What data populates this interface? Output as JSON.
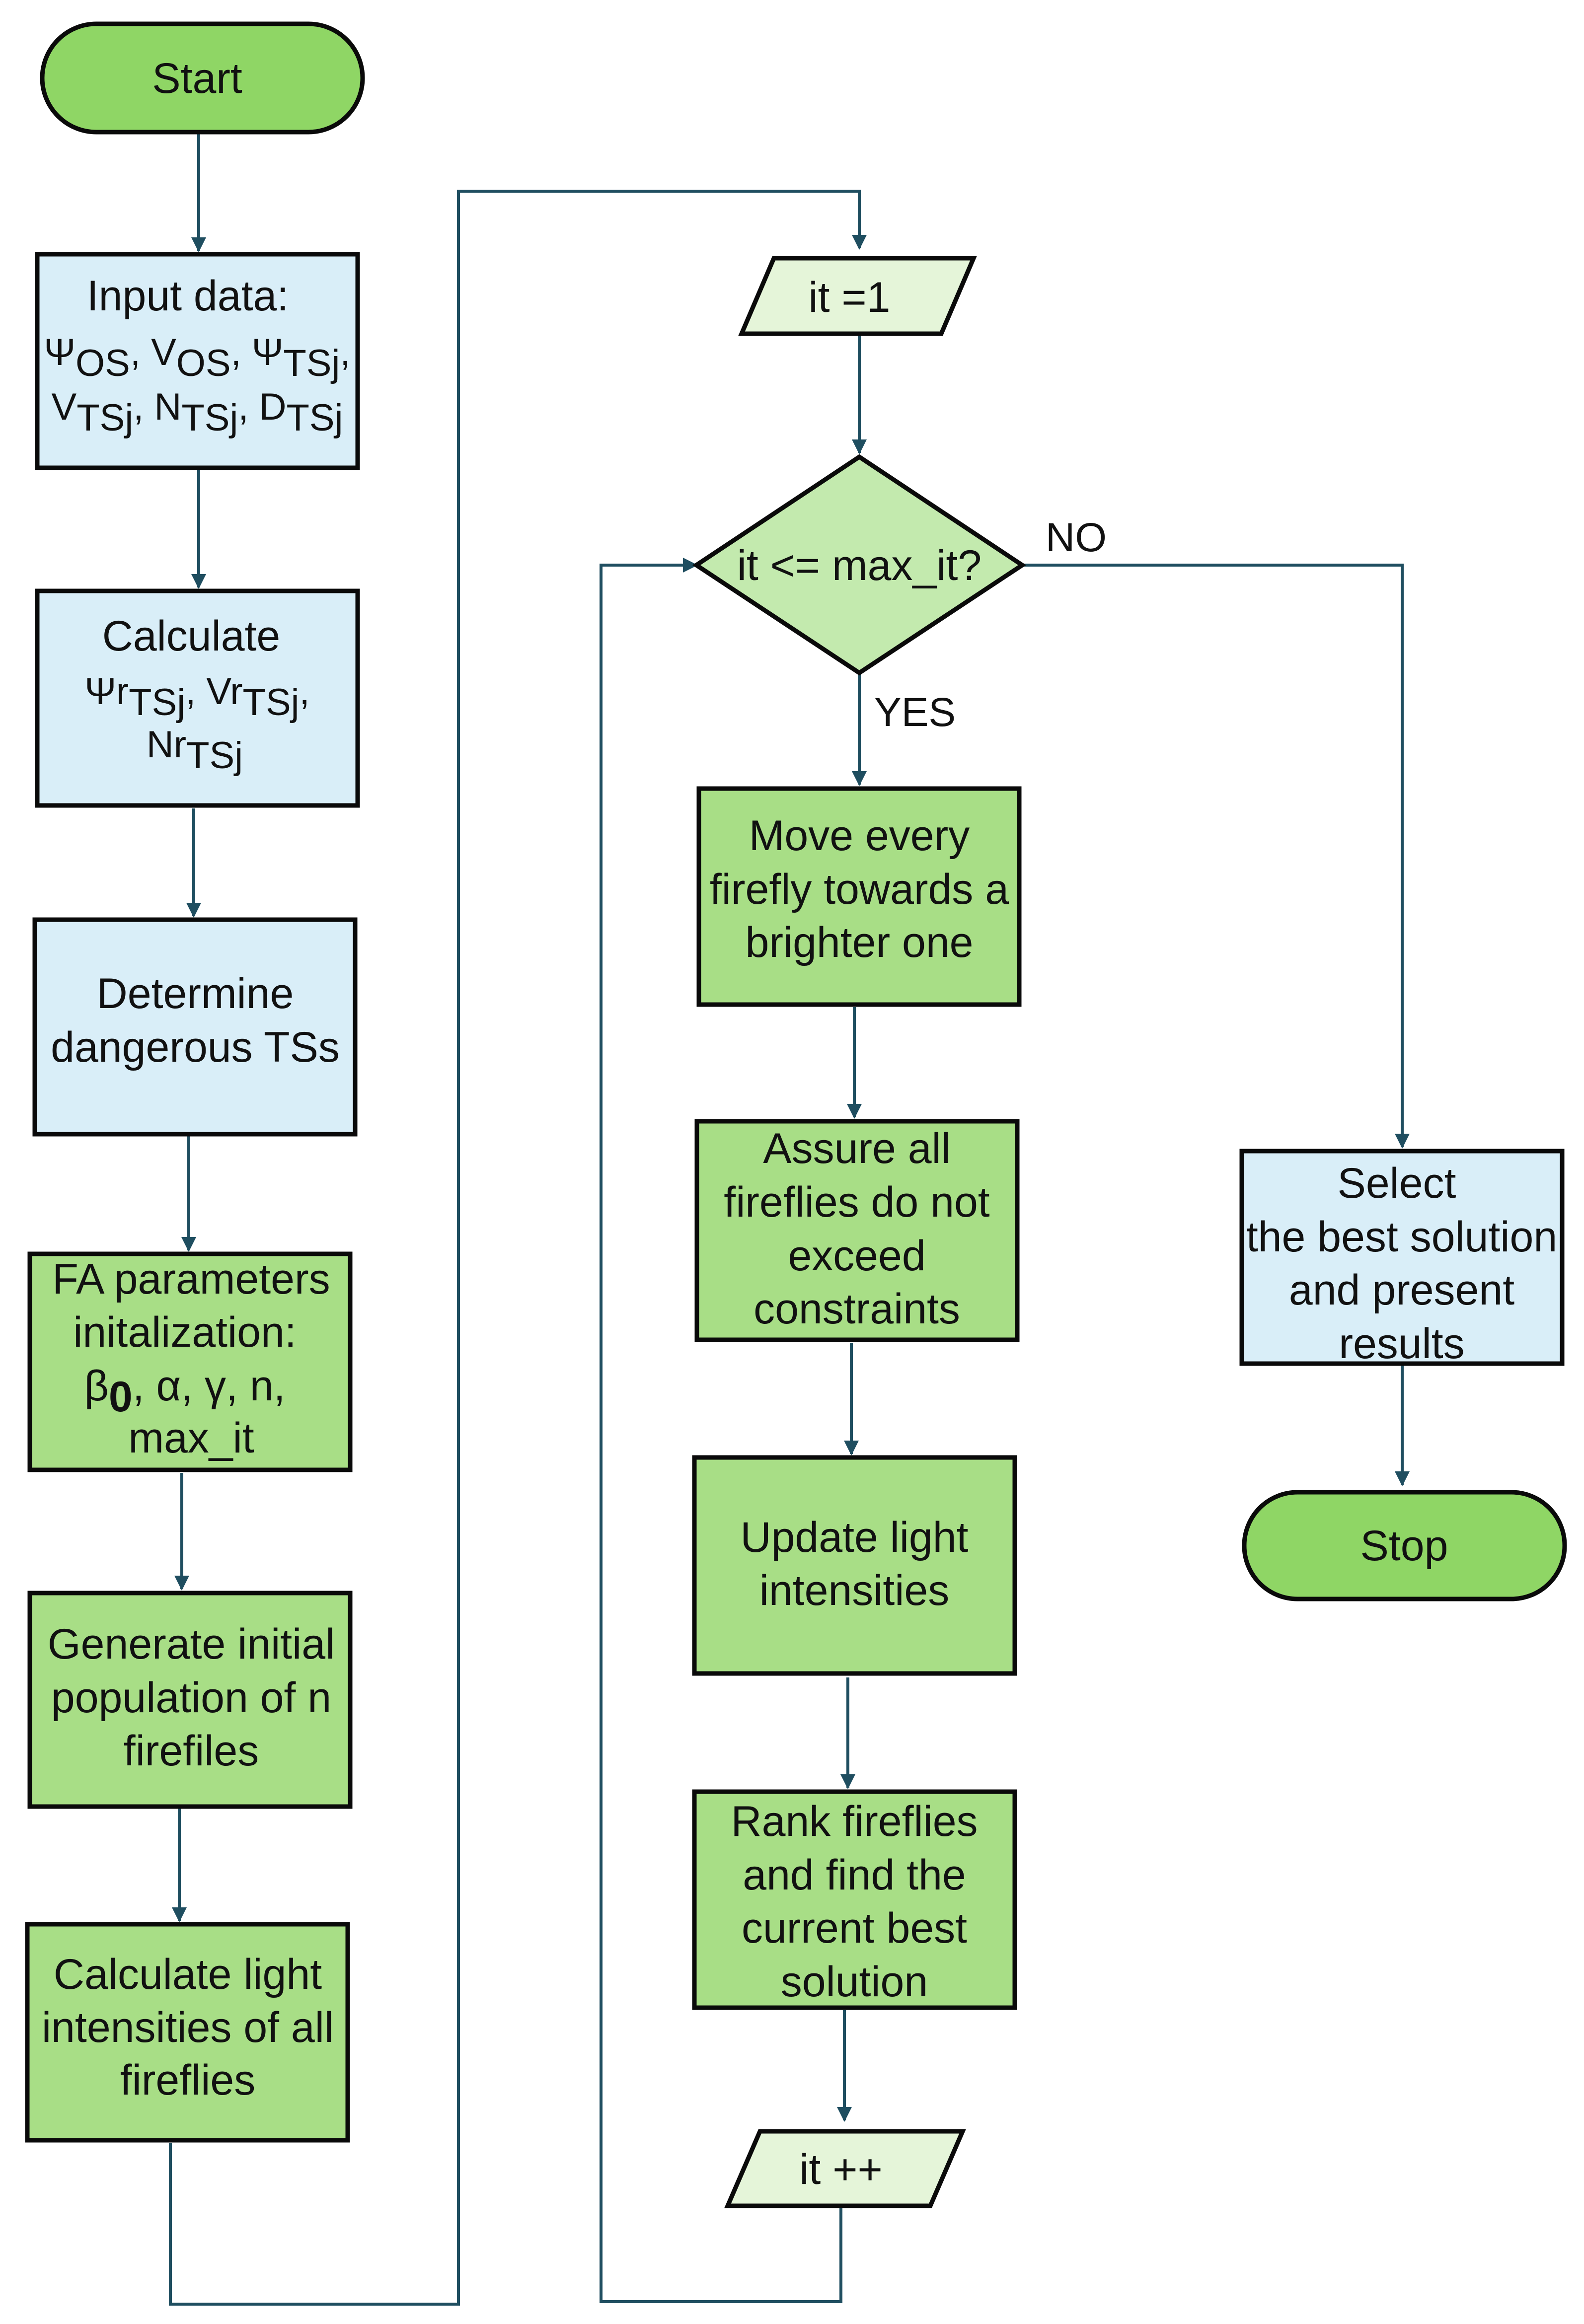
{
  "colors": {
    "edge": "#1f4e60",
    "node_outline": "#0a0a0a",
    "terminal_fill": "#8fd665",
    "blue_fill": "#d9eef8",
    "green_fill": "#a8de86",
    "io_fill": "#e5f5d9",
    "decision_fill": "#c3eaae"
  },
  "nodes": {
    "start": {
      "label": "Start"
    },
    "input_data": {
      "title": "Input data:",
      "line1": [
        {
          "t": "Ψ"
        },
        {
          "t": "OS",
          "sub": true
        },
        {
          "t": ", V"
        },
        {
          "t": "OS",
          "sub": true
        },
        {
          "t": ", Ψ"
        },
        {
          "t": "TSj",
          "sub": true
        },
        {
          "t": ","
        }
      ],
      "line2": [
        {
          "t": "V"
        },
        {
          "t": "TSj",
          "sub": true
        },
        {
          "t": ", N"
        },
        {
          "t": "TSj",
          "sub": true
        },
        {
          "t": ", D"
        },
        {
          "t": "TSj",
          "sub": true
        }
      ]
    },
    "calculate": {
      "title": "Calculate",
      "line1": [
        {
          "t": "Ψr"
        },
        {
          "t": "TSj",
          "sub": true
        },
        {
          "t": ", Vr"
        },
        {
          "t": "TSj",
          "sub": true
        },
        {
          "t": ","
        }
      ],
      "line2": [
        {
          "t": "Nr"
        },
        {
          "t": "TSj",
          "sub": true
        }
      ]
    },
    "determine": {
      "lines": [
        "Determine",
        "dangerous TSs"
      ]
    },
    "fa_params": {
      "lines": [
        "FA parameters",
        "initalization:"
      ],
      "line3": [
        {
          "t": "β"
        },
        {
          "t": "0",
          "sub": true,
          "bold": true
        },
        {
          "t": ", α, γ, n,"
        }
      ],
      "line4": "max_it"
    },
    "generate": {
      "lines": [
        "Generate initial",
        "population of n",
        "firefiles"
      ]
    },
    "calc_light": {
      "lines": [
        "Calculate light",
        "intensities of all",
        "fireflies"
      ]
    },
    "it_init": {
      "label": "it =1"
    },
    "decision": {
      "label": "it <= max_it?"
    },
    "move": {
      "lines": [
        "Move every",
        "firefly towards a",
        "brighter one"
      ]
    },
    "assure": {
      "lines": [
        "Assure all",
        "fireflies do not",
        "exceed",
        "constraints"
      ]
    },
    "update": {
      "lines": [
        "Update light",
        "intensities"
      ]
    },
    "rank": {
      "lines": [
        "Rank fireflies",
        "and find the",
        "current best",
        "solution"
      ]
    },
    "it_inc": {
      "label": "it ++"
    },
    "select": {
      "lines": [
        "Select",
        "the best solution",
        "and present",
        "results"
      ]
    },
    "stop": {
      "label": "Stop"
    }
  },
  "edge_labels": {
    "no": "NO",
    "yes": "YES"
  }
}
